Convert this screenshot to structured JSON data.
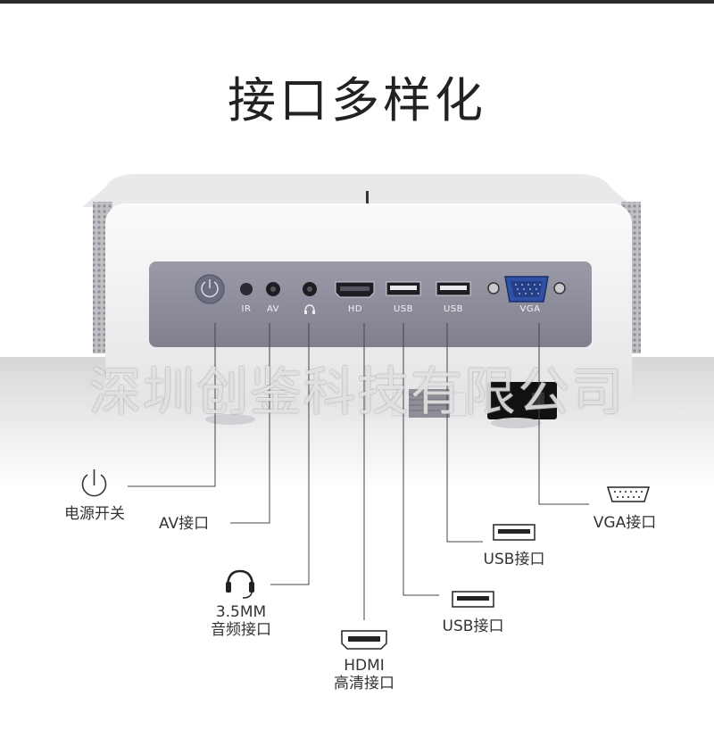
{
  "page": {
    "title": "接口多样化",
    "watermark": "深圳创鉴科技有限公司"
  },
  "panel": {
    "ports": [
      "IR",
      "AV",
      "",
      "HD",
      "USB",
      "USB",
      "VGA"
    ]
  },
  "callouts": {
    "power": {
      "line1": "电源开关",
      "icon": "power-icon"
    },
    "av": {
      "line1": "AV接口"
    },
    "audio": {
      "line1": "3.5MM",
      "line2": "音频接口",
      "icon": "headphone-icon"
    },
    "hdmi": {
      "line1": "HDMI",
      "line2": "高清接口",
      "icon": "hdmi-port-icon"
    },
    "usb1": {
      "line1": "USB接口",
      "icon": "usb-port-icon"
    },
    "usb2": {
      "line1": "USB接口",
      "icon": "usb-port-icon"
    },
    "vga": {
      "line1": "VGA接口",
      "icon": "vga-port-icon"
    }
  },
  "colors": {
    "panel": "#8a8a9a",
    "body": "#f1f1f1",
    "vga_blue": "#2f52a8"
  }
}
